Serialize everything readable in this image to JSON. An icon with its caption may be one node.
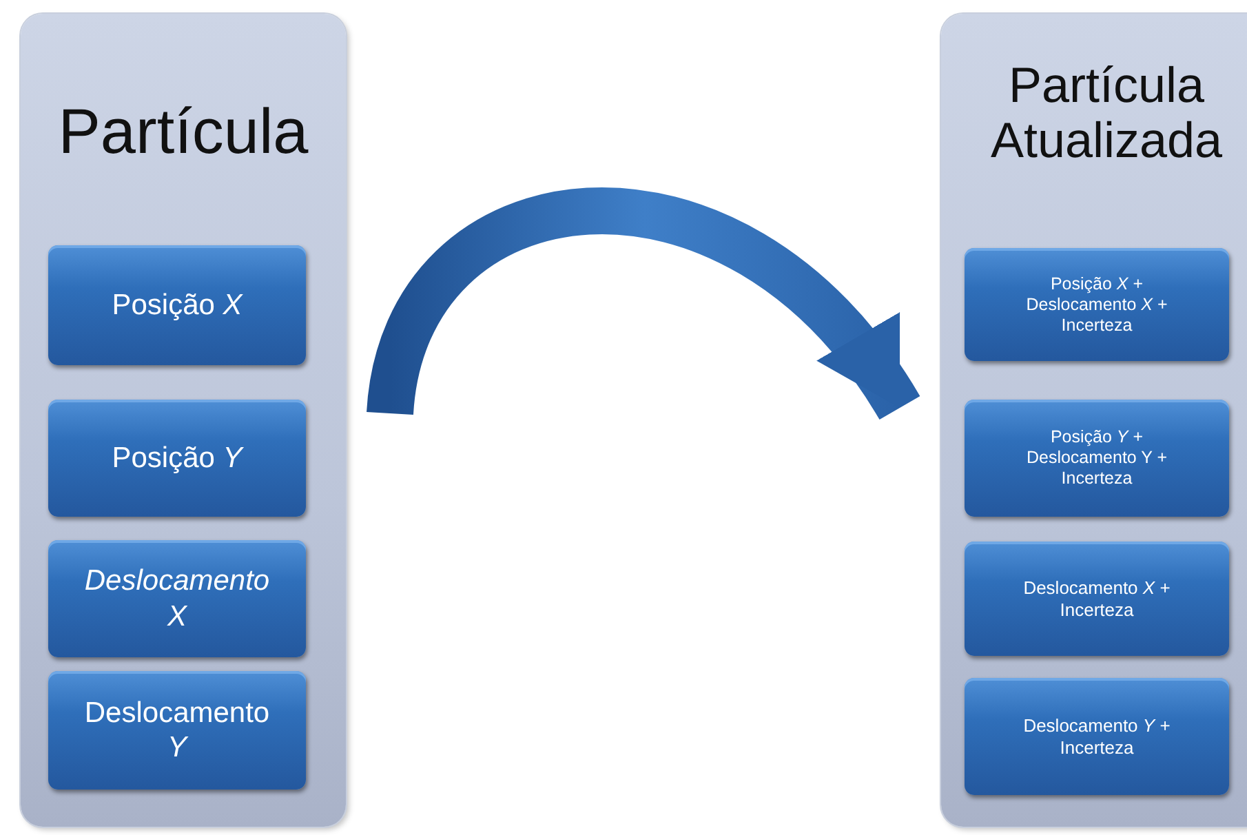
{
  "diagram": {
    "nodes": [
      {
        "text": [
          "Partícula"
        ]
      },
      {
        "text": [
          "Posição *X*"
        ],
        "in": 0
      },
      {
        "text": [
          "Posição *Y*"
        ],
        "in": 0
      },
      {
        "text": [
          "*Deslocamento X*"
        ],
        "in": 0
      },
      {
        "text": [
          "Deslocamento *Y*"
        ],
        "in": 0
      },
      {
        "text": [
          "Partícula Atualizada"
        ]
      },
      {
        "text": [
          "Posição *X* + Deslocamento *X* + Incerteza"
        ],
        "in": 5
      },
      {
        "text": [
          "Posição *Y* + Deslocamento Y + Incerteza"
        ],
        "in": 5
      },
      {
        "text": [
          "Deslocamento *X* + Incerteza"
        ],
        "in": 5
      },
      {
        "text": [
          "Deslocamento *Y* + Incerteza"
        ],
        "in": 5
      }
    ],
    "edges": [
      {
        "from": 0,
        "to": 5,
        "arrow": "to"
      }
    ]
  }
}
